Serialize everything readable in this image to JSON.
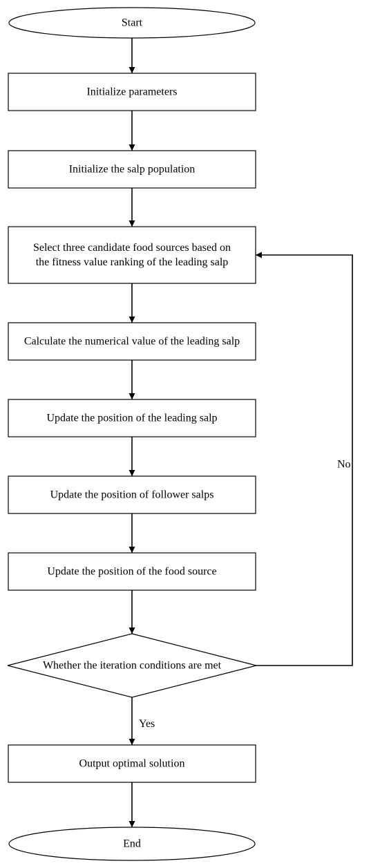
{
  "flowchart": {
    "nodes": [
      {
        "id": "start",
        "shape": "ellipse",
        "lines": [
          "Start"
        ]
      },
      {
        "id": "init-params",
        "shape": "rect",
        "lines": [
          "Initialize parameters"
        ]
      },
      {
        "id": "init-population",
        "shape": "rect",
        "lines": [
          "Initialize the salp population"
        ]
      },
      {
        "id": "select-food",
        "shape": "rect",
        "lines": [
          "Select three candidate food sources based on",
          "the fitness value ranking of the leading salp"
        ]
      },
      {
        "id": "calc-leading",
        "shape": "rect",
        "lines": [
          "Calculate the numerical value of the leading salp"
        ]
      },
      {
        "id": "update-leading",
        "shape": "rect",
        "lines": [
          "Update the position of the leading salp"
        ]
      },
      {
        "id": "update-follower",
        "shape": "rect",
        "lines": [
          "Update the position of follower salps"
        ]
      },
      {
        "id": "update-food",
        "shape": "rect",
        "lines": [
          "Update the position of the food source"
        ]
      },
      {
        "id": "check-iteration",
        "shape": "diamond",
        "lines": [
          "Whether the iteration conditions are met"
        ]
      },
      {
        "id": "output",
        "shape": "rect",
        "lines": [
          "Output optimal solution"
        ]
      },
      {
        "id": "end",
        "shape": "ellipse",
        "lines": [
          "End"
        ]
      }
    ],
    "edges": [
      {
        "from": "start",
        "to": "init-params",
        "label": ""
      },
      {
        "from": "init-params",
        "to": "init-population",
        "label": ""
      },
      {
        "from": "init-population",
        "to": "select-food",
        "label": ""
      },
      {
        "from": "select-food",
        "to": "calc-leading",
        "label": ""
      },
      {
        "from": "calc-leading",
        "to": "update-leading",
        "label": ""
      },
      {
        "from": "update-leading",
        "to": "update-follower",
        "label": ""
      },
      {
        "from": "update-follower",
        "to": "update-food",
        "label": ""
      },
      {
        "from": "update-food",
        "to": "check-iteration",
        "label": ""
      },
      {
        "from": "check-iteration",
        "to": "output",
        "label": "Yes"
      },
      {
        "from": "output",
        "to": "end",
        "label": ""
      },
      {
        "from": "check-iteration",
        "to": "select-food",
        "label": "No"
      }
    ]
  }
}
